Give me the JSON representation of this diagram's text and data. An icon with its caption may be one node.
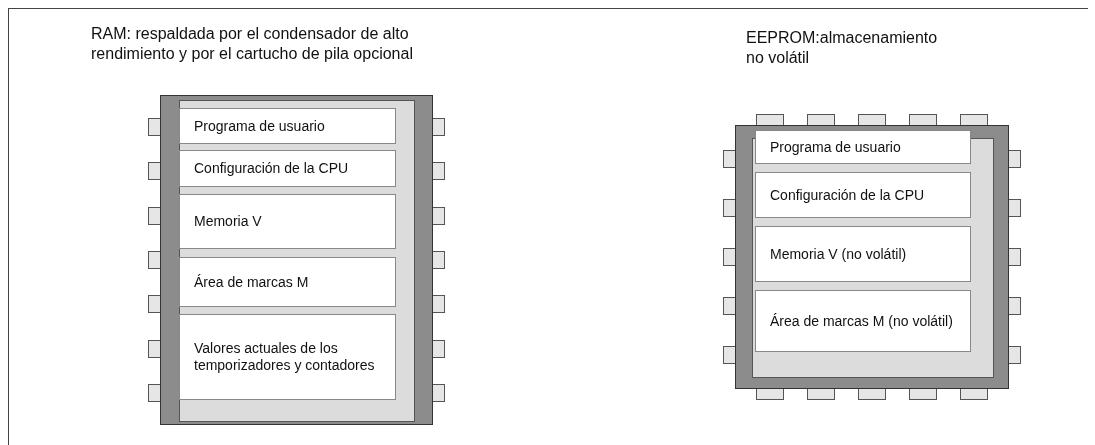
{
  "diagram": {
    "nodes": [
      {
        "text": [
          "RAM: respaldada por el condensador de alto rendimiento y por el cartucho de pila opcional"
        ]
      },
      {
        "text": [
          "Programa de usuario"
        ],
        "in": 0
      },
      {
        "text": [
          "Configuración de la CPU"
        ],
        "in": 0
      },
      {
        "text": [
          "Memoria V"
        ],
        "in": 0
      },
      {
        "text": [
          "Área de marcas M"
        ],
        "in": 0
      },
      {
        "text": [
          "Valores actuales de los temporizadores y contadores"
        ],
        "in": 0
      },
      {
        "text": [
          "EEPROM:almacenamiento no volátil"
        ]
      },
      {
        "text": [
          "Programa de usuario"
        ],
        "in": 6
      },
      {
        "text": [
          "Configuración de la CPU"
        ],
        "in": 6
      },
      {
        "text": [
          "Memoria V (no volátil)"
        ],
        "in": 6
      },
      {
        "text": [
          "Área de marcas M (no volátil)"
        ],
        "in": 6
      }
    ]
  }
}
